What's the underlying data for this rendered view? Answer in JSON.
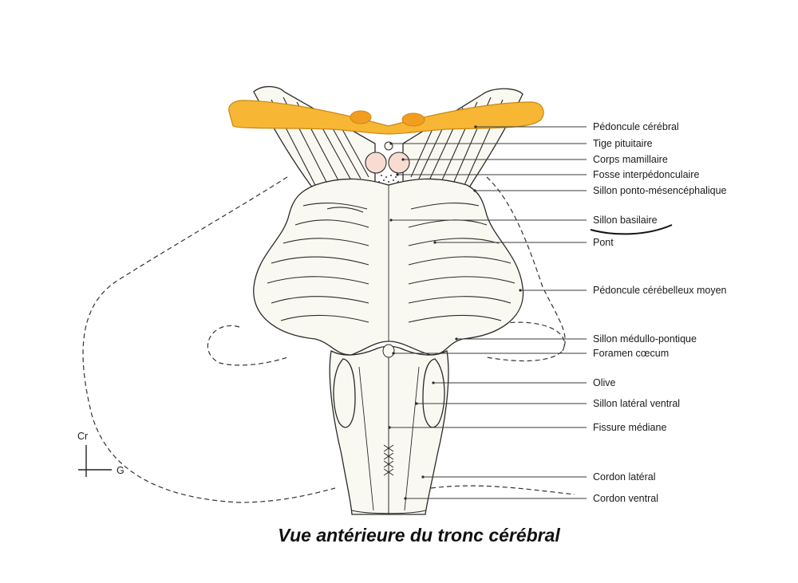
{
  "title": "Vue antérieure du tronc cérébral",
  "orientation": {
    "cranial": "Cr",
    "left": "G"
  },
  "labels": [
    "Pédoncule cérébral",
    "Tige pituitaire",
    "Corps mamillaire",
    "Fosse interpédonculaire",
    "Sillon ponto-mésencéphalique",
    "Sillon basilaire",
    "Pont",
    "Pédoncule cérébelleux moyen",
    "Sillon médullo-pontique",
    "Foramen cœcum",
    "Olive",
    "Sillon latéral ventral",
    "Fissure médiane",
    "Cordon latéral",
    "Cordon ventral"
  ],
  "colors": {
    "optic_chiasm": "#f7b634",
    "mamillary_body": "#f8dcd2",
    "outline": "#2a2a2a",
    "fill": "#faf9f1"
  }
}
